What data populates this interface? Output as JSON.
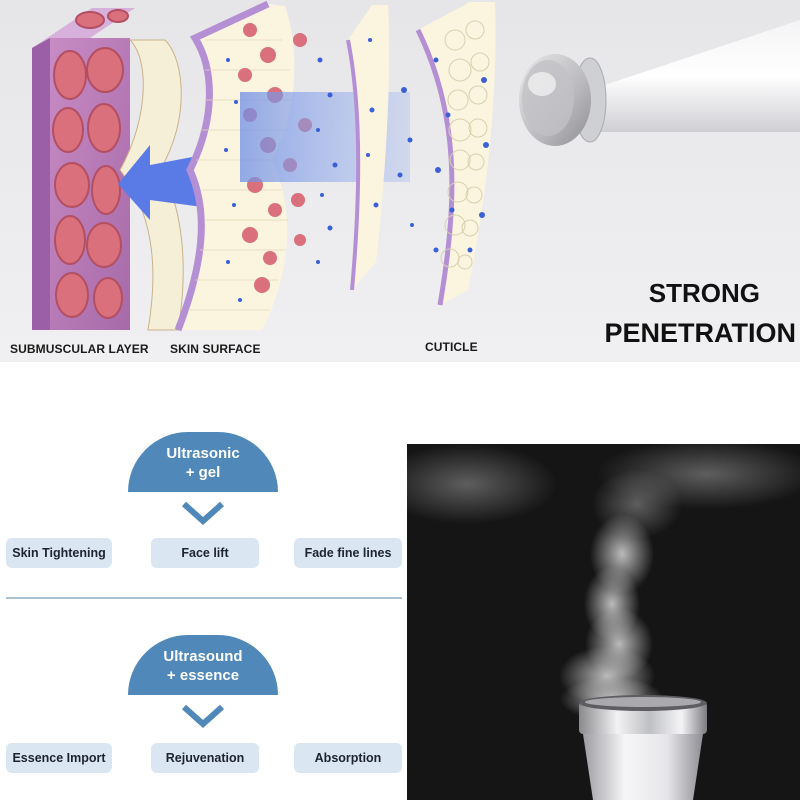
{
  "diagram": {
    "labels": {
      "submuscular_layer": "SUBMUSCULAR LAYER",
      "skin_surface": "SKIN SURFACE",
      "cuticle": "CUTICLE"
    },
    "headline": {
      "line1": "STRONG",
      "line2": "PENETRATION"
    }
  },
  "flow": {
    "blocks": [
      {
        "dome_line1": "Ultrasonic",
        "dome_line2": "+ gel",
        "benefits": [
          "Skin Tightening",
          "Face lift",
          "Fade fine lines"
        ]
      },
      {
        "dome_line1": "Ultrasound",
        "dome_line2": "+ essence",
        "benefits": [
          "Essence Import",
          "Rejuvenation",
          "Absorption"
        ]
      }
    ]
  },
  "colors": {
    "accent_blue": "#4f88b9",
    "pill_bg": "#dae6f1",
    "divider": "#a9c2d6",
    "muscle_red": "#d9707c",
    "tissue_purple": "#b58fd3"
  }
}
